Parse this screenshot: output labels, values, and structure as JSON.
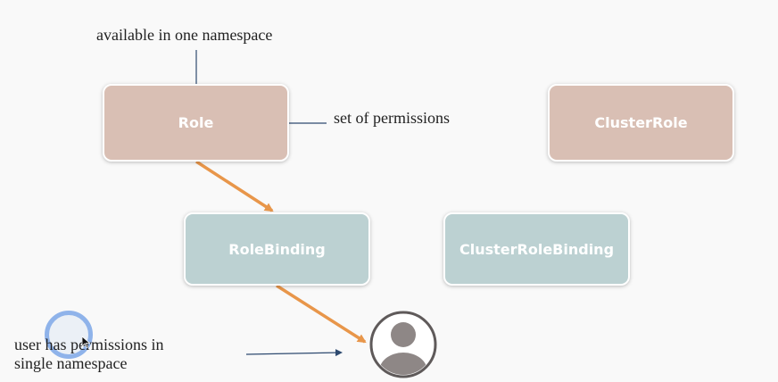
{
  "nodes": {
    "role": {
      "label": "Role",
      "color": "#d9bfb4"
    },
    "cluster_role": {
      "label": "ClusterRole",
      "color": "#d9bfb4"
    },
    "role_binding": {
      "label": "RoleBinding",
      "color": "#bcd1d2"
    },
    "cluster_role_binding": {
      "label": "ClusterRoleBinding",
      "color": "#bcd1d2"
    },
    "user": {
      "icon": "user-avatar-icon"
    }
  },
  "annotations": {
    "namespace_note": "available in one namespace",
    "permissions_note": "set of permissions",
    "user_note_line1": "user has permissions in",
    "user_note_line2": "single namespace"
  },
  "colors": {
    "flow_arrow": "#e8964a",
    "annotation_arrow": "#2e4a70",
    "background": "#f9f9f9"
  }
}
